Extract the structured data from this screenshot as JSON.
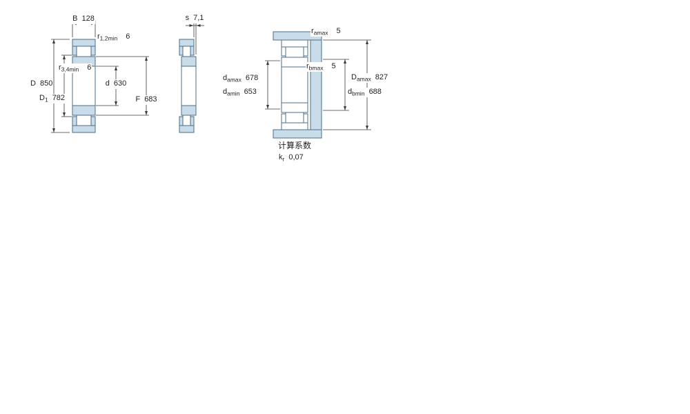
{
  "colors": {
    "part_fill": "#c9dcea",
    "part_stroke": "#4d6d86",
    "dim_line": "#3a3a3a",
    "text": "#1f1f1f",
    "background": "#ffffff"
  },
  "dims": {
    "B": {
      "base": "B",
      "sub": "",
      "value": "128"
    },
    "r12min": {
      "base": "r",
      "sub": "1,2min",
      "value": "6"
    },
    "r34min": {
      "base": "r",
      "sub": "3,4min",
      "value": "6"
    },
    "D": {
      "base": "D",
      "sub": "",
      "value": "850"
    },
    "D1": {
      "base": "D",
      "sub": "1",
      "value": "782"
    },
    "d": {
      "base": "d",
      "sub": "",
      "value": "630"
    },
    "F": {
      "base": "F",
      "sub": "",
      "value": "683"
    },
    "s": {
      "base": "s",
      "sub": "",
      "value": "7,1"
    },
    "ramax": {
      "base": "r",
      "sub": "amax",
      "value": "5"
    },
    "rbmax": {
      "base": "r",
      "sub": "bmax",
      "value": "5"
    },
    "damax": {
      "base": "d",
      "sub": "amax",
      "value": "678"
    },
    "damin": {
      "base": "d",
      "sub": "amin",
      "value": "653"
    },
    "dbmin": {
      "base": "d",
      "sub": "bmin",
      "value": "688"
    },
    "Damax": {
      "base": "D",
      "sub": "amax",
      "value": "827"
    }
  },
  "calc": {
    "title": "计算系数",
    "kr": {
      "base": "k",
      "sub": "r",
      "value": "0,07"
    }
  }
}
